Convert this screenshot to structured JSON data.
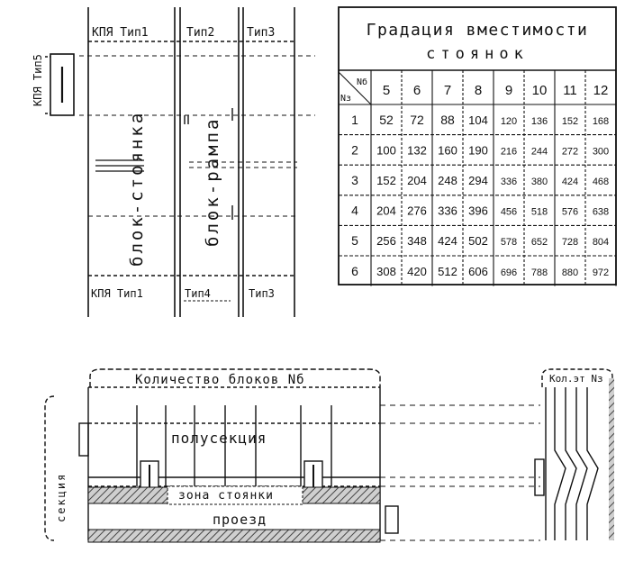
{
  "top_left": {
    "kpya_tip5": "КПЯ Тип5",
    "top_labels": [
      "КПЯ Тип1",
      "Тип2",
      "Тип3"
    ],
    "bottom_labels": [
      "КПЯ Тип1",
      "Тип4",
      "Тип3"
    ],
    "block_stoyanka": "блок-стоянка",
    "block_rampa": "блок-рампа"
  },
  "capacity_table": {
    "title_line1": "Градация вместимости",
    "title_line2": "стоянок",
    "corner_top": "Nб",
    "corner_bottom": "Nз",
    "columns": [
      "5",
      "6",
      "7",
      "8",
      "9",
      "10",
      "11",
      "12"
    ],
    "rows": [
      {
        "n": "1",
        "values": [
          "52",
          "72",
          "88",
          "104",
          "120",
          "136",
          "152",
          "168"
        ]
      },
      {
        "n": "2",
        "values": [
          "100",
          "132",
          "160",
          "190",
          "216",
          "244",
          "272",
          "300"
        ]
      },
      {
        "n": "3",
        "values": [
          "152",
          "204",
          "248",
          "294",
          "336",
          "380",
          "424",
          "468"
        ]
      },
      {
        "n": "4",
        "values": [
          "204",
          "276",
          "336",
          "396",
          "456",
          "518",
          "576",
          "638"
        ]
      },
      {
        "n": "5",
        "values": [
          "256",
          "348",
          "424",
          "502",
          "578",
          "652",
          "728",
          "804"
        ]
      },
      {
        "n": "6",
        "values": [
          "308",
          "420",
          "512",
          "606",
          "696",
          "788",
          "880",
          "972"
        ]
      }
    ]
  },
  "bottom_plan": {
    "kolichestvo_blokov": "Количество блоков Nб",
    "kol_et": "Кол.эт Nз",
    "sektsiya": "секция",
    "polusektsiya": "полусекция",
    "zona_stoyanki": "зона стоянки",
    "proezd": "проезд"
  }
}
